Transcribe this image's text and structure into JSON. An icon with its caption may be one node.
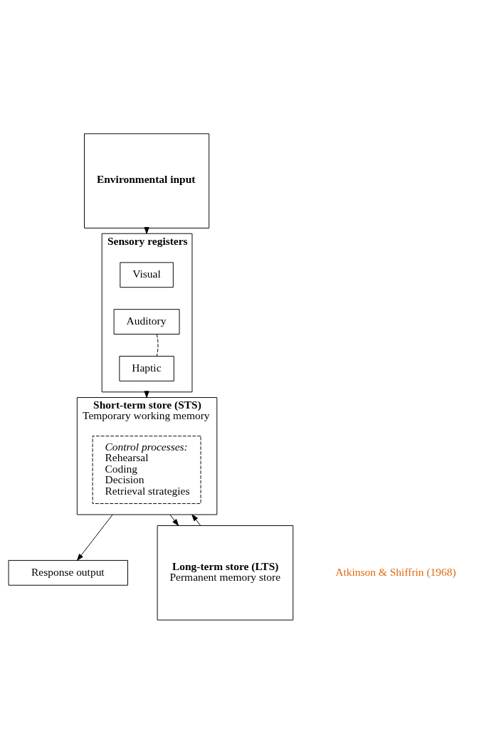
{
  "diagram": {
    "nodes": [
      {
        "text": [
          "Environmental input"
        ]
      },
      {
        "text": [
          "Sensory registers"
        ]
      },
      {
        "text": [
          "Visual"
        ],
        "in": 1
      },
      {
        "text": [
          "Auditory"
        ],
        "in": 1
      },
      {
        "text": [
          "Haptic"
        ],
        "in": 1
      },
      {
        "text": [
          "Short-term store (STS)",
          "Temporary working memory"
        ]
      },
      {
        "text": [
          "Control processes:",
          "Rehearsal",
          "Coding",
          "Decision",
          "Retrieval strategies"
        ],
        "in": 5
      },
      {
        "text": [
          "Response output"
        ]
      },
      {
        "text": [
          "Long-term store (LTS)",
          "Permanent memory store"
        ]
      }
    ],
    "edges": [
      {
        "from": 0,
        "to": 1,
        "arrow": "to"
      },
      {
        "from": 1,
        "to": 5,
        "arrow": "to"
      },
      {
        "from": 3,
        "to": 4,
        "arrow": "none",
        "style": "dashed"
      },
      {
        "from": 5,
        "to": 7,
        "arrow": "to"
      },
      {
        "from": 5,
        "to": 8,
        "arrow": "to"
      },
      {
        "from": 8,
        "to": 5,
        "arrow": "to"
      }
    ],
    "labels": [
      "Atkinson & Shiffrin (1968)"
    ]
  }
}
